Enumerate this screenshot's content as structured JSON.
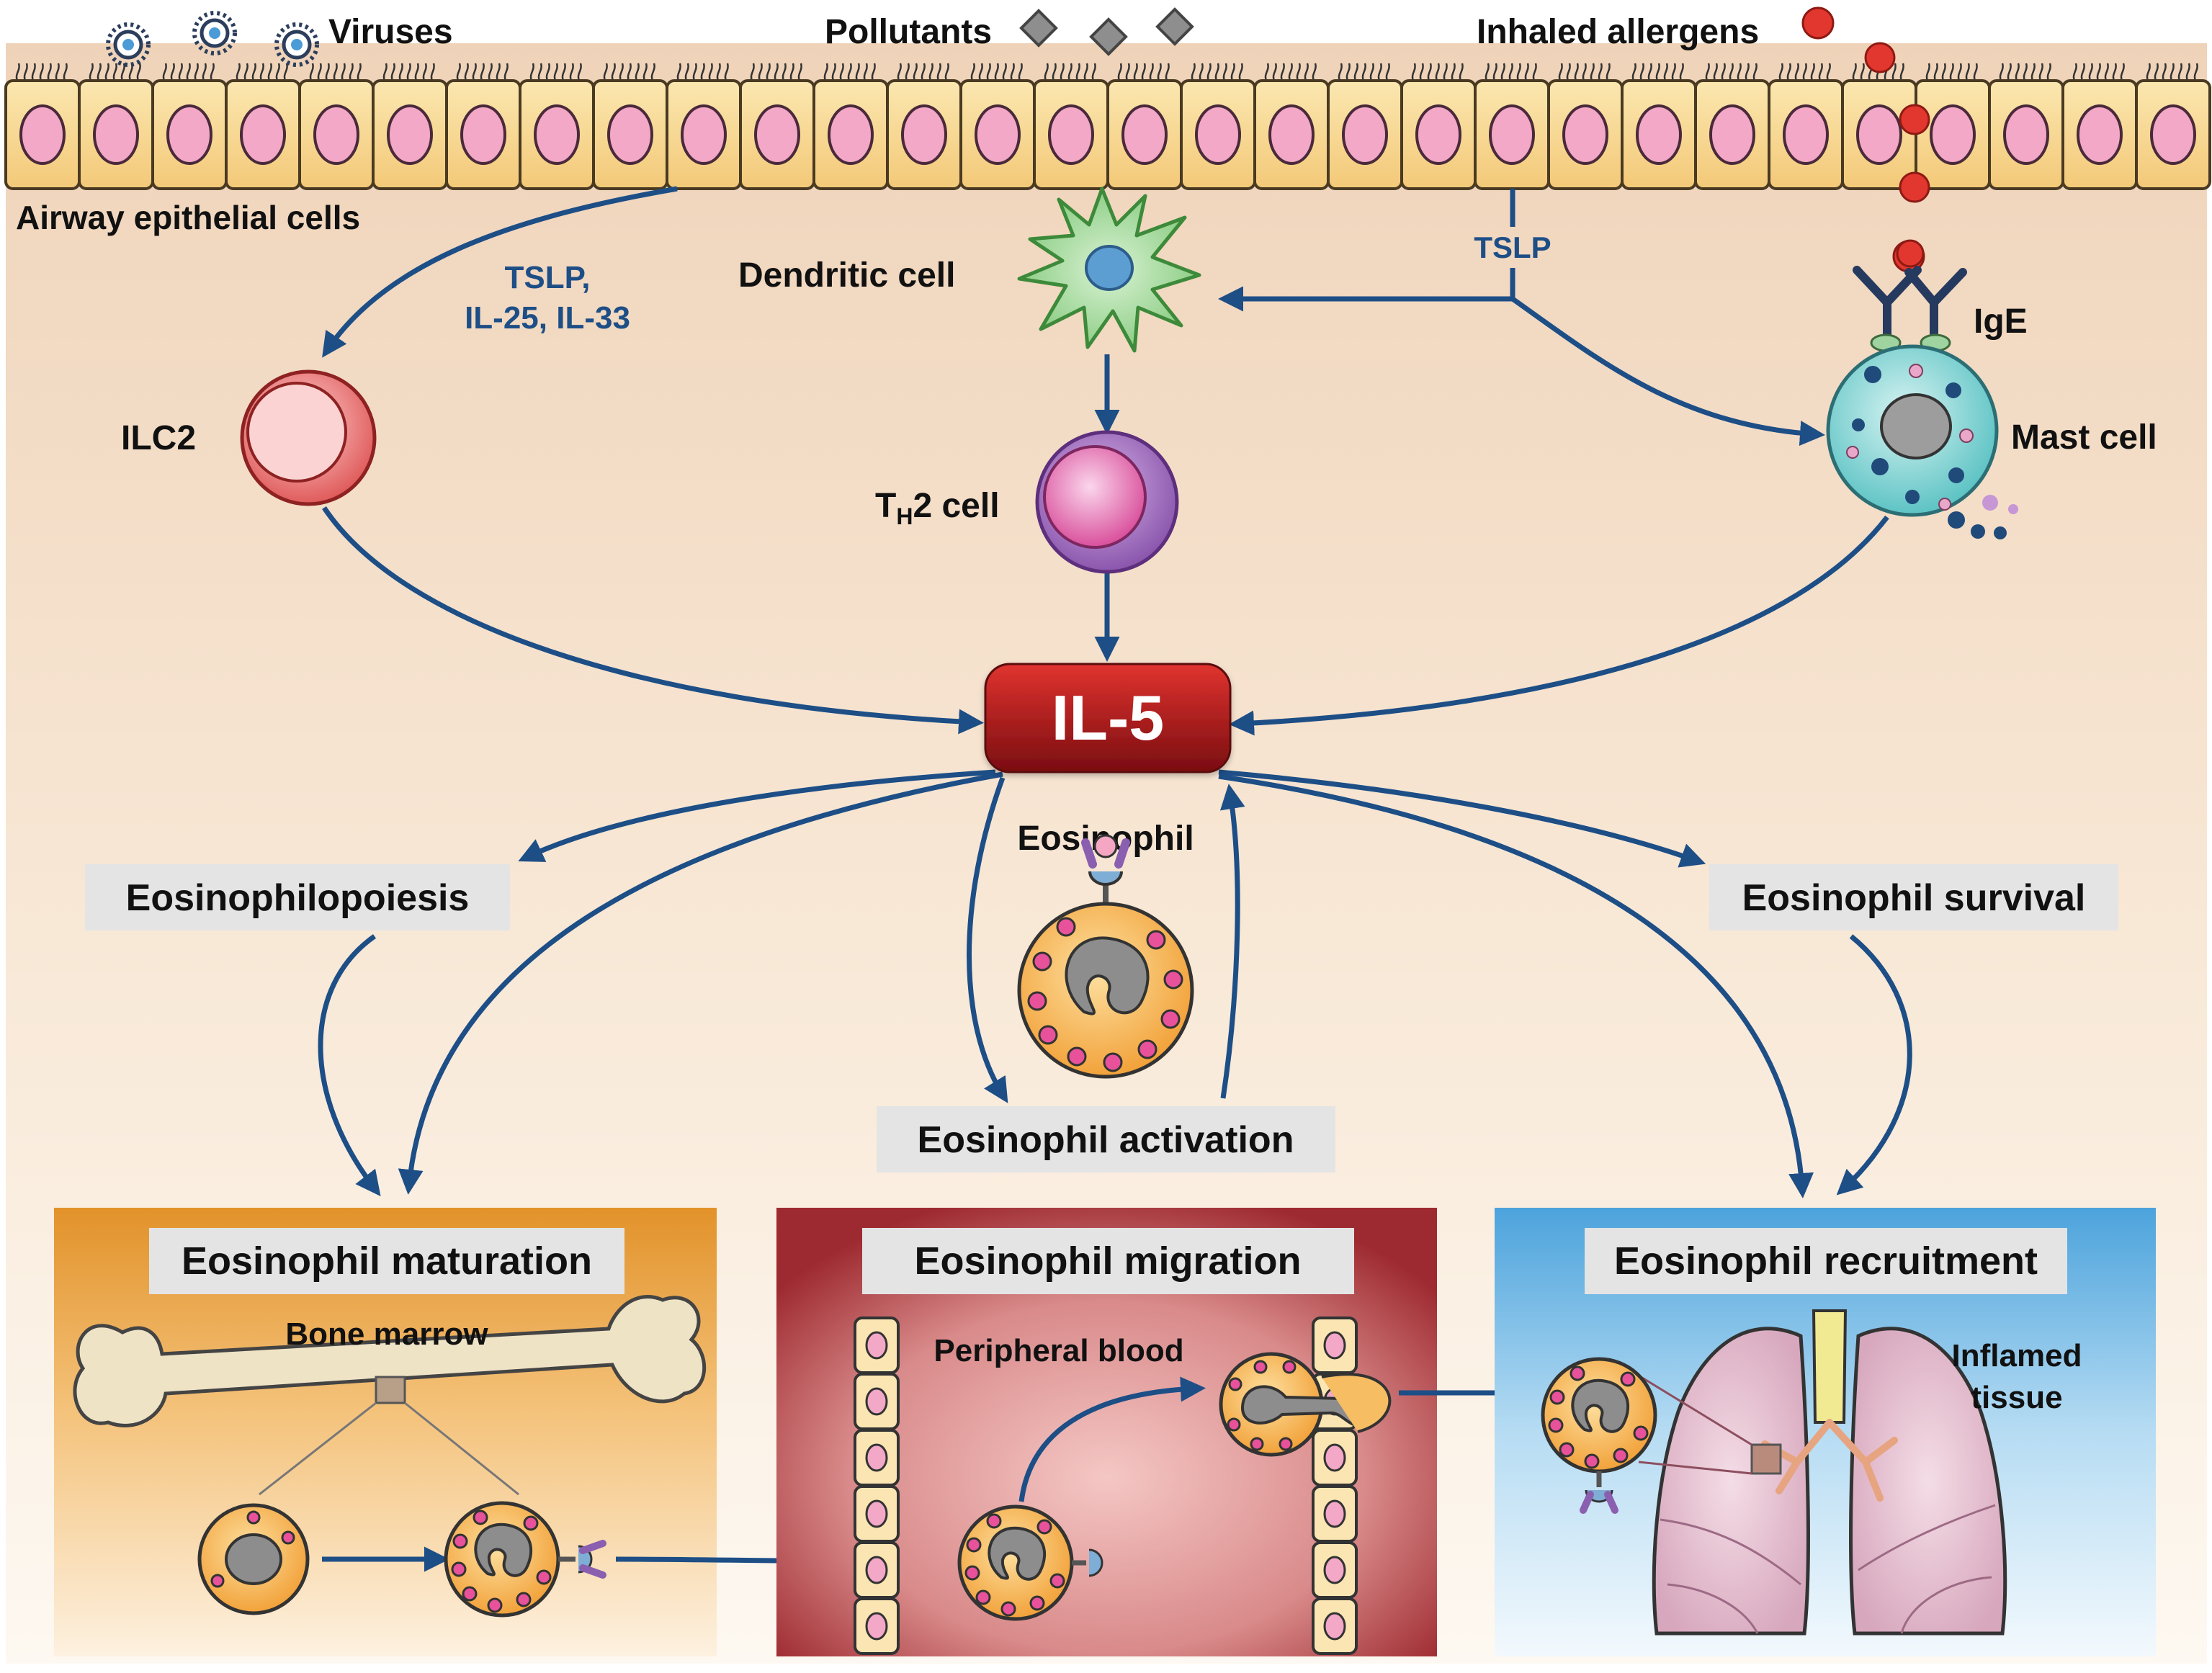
{
  "stimuli": {
    "viruses": "Viruses",
    "pollutants": "Pollutants",
    "allergens": "Inhaled allergens"
  },
  "epithelium": {
    "label": "Airway epithelial cells"
  },
  "cytokines": {
    "tslp_a": "TSLP,",
    "il_25_33": "IL-25, IL-33",
    "tslp_b": "TSLP"
  },
  "cells": {
    "dendritic": "Dendritic cell",
    "ilc2": "ILC2",
    "th2_t": "T",
    "th2_h": "H",
    "th2_rest": "2 cell",
    "ige": "IgE",
    "mast": "Mast cell",
    "eosinophil": "Eosinophil"
  },
  "center": {
    "il5": "IL-5"
  },
  "effects": {
    "poiesis": "Eosinophilopoiesis",
    "survival": "Eosinophil survival",
    "activation": "Eosinophil activation"
  },
  "panels": {
    "maturation": {
      "title": "Eosinophil maturation",
      "sub": "Bone marrow"
    },
    "migration": {
      "title": "Eosinophil migration",
      "sub": "Peripheral blood"
    },
    "recruitment": {
      "title": "Eosinophil recruitment",
      "sub1": "Inflamed",
      "sub2": "tissue"
    }
  }
}
